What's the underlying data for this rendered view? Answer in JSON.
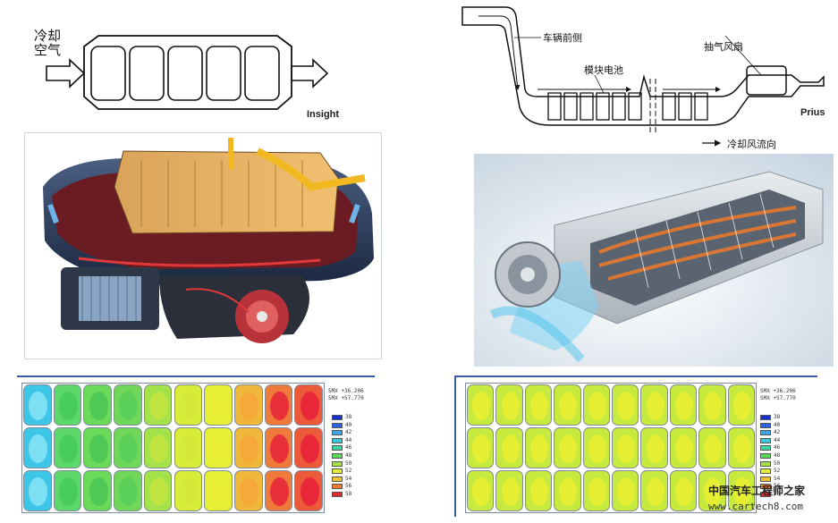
{
  "insight": {
    "label_line1": "冷却",
    "label_line2": "空气",
    "model": "Insight"
  },
  "prius": {
    "label_front": "车辆前侧",
    "label_module": "模块电池",
    "label_fan": "抽气风扇",
    "model": "Prius",
    "label_flow": "冷却风流向"
  },
  "heatmap_left": {
    "stat1": "SMX +36.206",
    "stat2": "SMX +57.770",
    "cells": [
      [
        "#3ec6e8",
        "#5cd86a",
        "#6bd95a",
        "#6fd85a",
        "#a4e24a",
        "#d8ec3a",
        "#e6ee36",
        "#f0b83a",
        "#f07a3a",
        "#ec5a3a"
      ],
      [
        "#3ec6e8",
        "#5cd86a",
        "#6bd95a",
        "#6fd85a",
        "#a4e24a",
        "#d8ec3a",
        "#e6ee36",
        "#f0b83a",
        "#f07a3a",
        "#ec5a3a"
      ],
      [
        "#3ec6e8",
        "#5cd86a",
        "#6bd95a",
        "#6fd85a",
        "#a4e24a",
        "#d8ec3a",
        "#e6ee36",
        "#f0b83a",
        "#f07a3a",
        "#ec5a3a"
      ]
    ],
    "spots": [
      [
        "#7ee0f4",
        "#48cc5e",
        "#4ec856",
        "#5ad058",
        "#c0e442",
        "#d4ea3a",
        "#e8ee36",
        "#f6a838",
        "#e8303a",
        "#e8283a"
      ],
      [
        "#7ee0f4",
        "#48cc5e",
        "#4ec856",
        "#5ad058",
        "#c0e442",
        "#d4ea3a",
        "#e8ee36",
        "#f6a838",
        "#e8303a",
        "#e8283a"
      ],
      [
        "#7ee0f4",
        "#48cc5e",
        "#4ec856",
        "#5ad058",
        "#c0e442",
        "#d4ea3a",
        "#e8ee36",
        "#f6a838",
        "#e8303a",
        "#e8283a"
      ]
    ]
  },
  "heatmap_right": {
    "stat1": "SMX +36.206",
    "stat2": "SMX +57.770",
    "cell_color": "#c6ea3e",
    "spot_color": "#e6ee34"
  },
  "legend": {
    "values": [
      "38",
      "40",
      "42",
      "44",
      "46",
      "48",
      "50",
      "52",
      "54",
      "56",
      "58"
    ],
    "colors": [
      "#1a2fd0",
      "#2c64e0",
      "#3ea2e8",
      "#3ec6d8",
      "#3ed6a0",
      "#5ad858",
      "#a6e244",
      "#e4ee36",
      "#f2c236",
      "#ee7a32",
      "#e02a2a"
    ]
  },
  "watermark": {
    "site_name": "中国汽车工程师之家",
    "url": "www.cartech8.com"
  }
}
